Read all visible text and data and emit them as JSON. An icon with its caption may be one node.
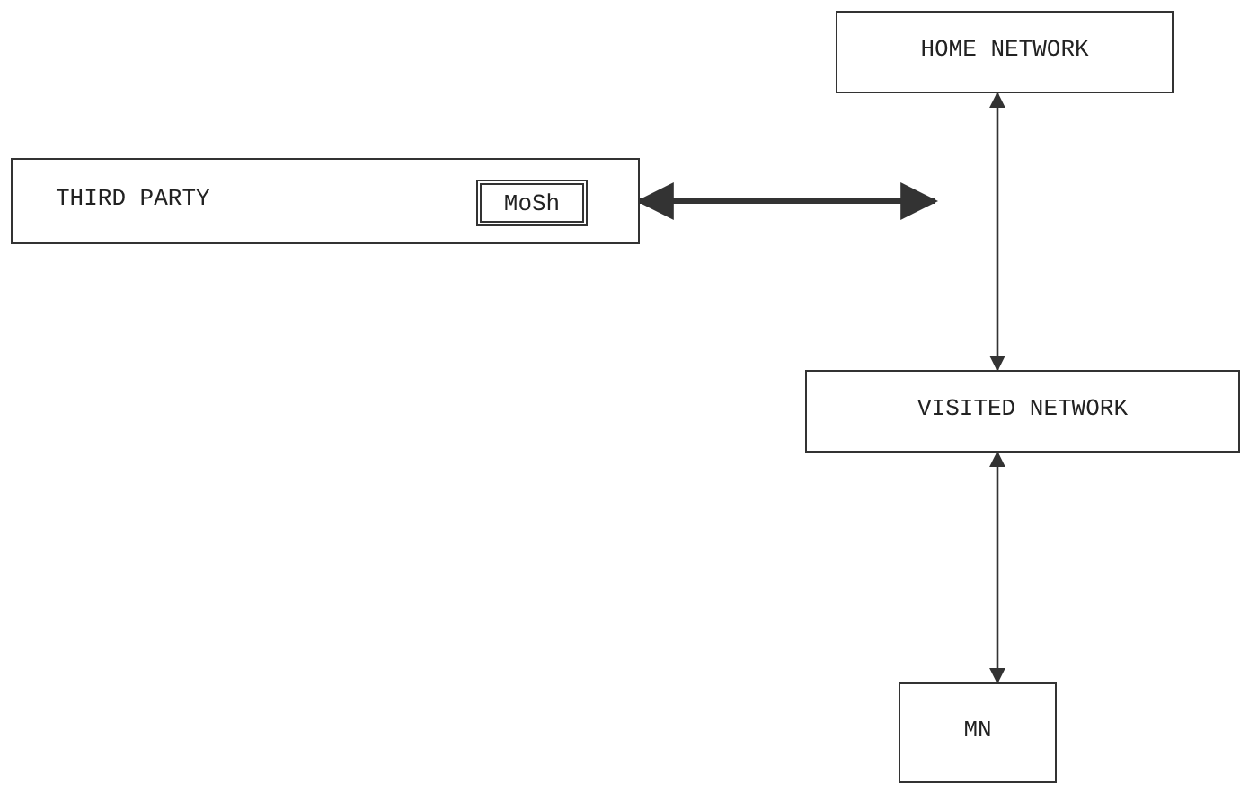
{
  "diagram": {
    "nodes": [
      {
        "text": [
          "HOME NETWORK"
        ]
      },
      {
        "text": [
          "THIRD PARTY"
        ]
      },
      {
        "text": [
          "MoSh"
        ],
        "in": 1
      },
      {
        "text": [
          "VISITED NETWORK"
        ]
      },
      {
        "text": [
          "MN"
        ]
      }
    ],
    "edges": [
      {
        "from": 1,
        "to": null,
        "arrow": "both",
        "style": "thick"
      },
      {
        "from": 0,
        "to": 3,
        "arrow": "both"
      },
      {
        "from": 3,
        "to": 4,
        "arrow": "both"
      }
    ]
  }
}
